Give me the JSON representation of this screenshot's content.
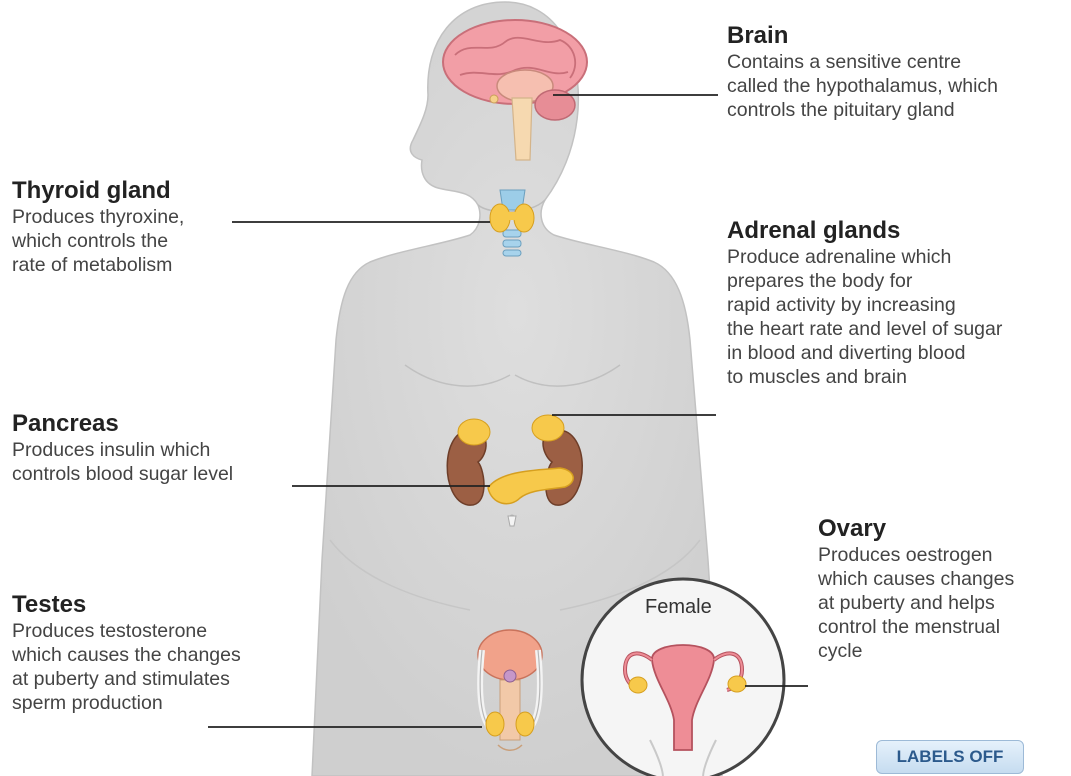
{
  "labels": {
    "brain": {
      "title": "Brain",
      "lines": [
        "Contains a sensitive centre",
        "called the hypothalamus, which",
        "controls the pituitary gland"
      ]
    },
    "thyroid": {
      "title": "Thyroid gland",
      "lines": [
        "Produces thyroxine,",
        "which controls the",
        "rate of metabolism"
      ]
    },
    "adrenal": {
      "title": "Adrenal glands",
      "lines": [
        "Produce adrenaline which",
        "prepares the body for",
        "rapid activity by increasing",
        "the heart rate and level of sugar",
        "in blood and diverting blood",
        "to muscles and brain"
      ]
    },
    "pancreas": {
      "title": "Pancreas",
      "lines": [
        "Produces insulin which",
        "controls blood sugar level"
      ]
    },
    "ovary": {
      "title": "Ovary",
      "lines": [
        "Produces oestrogen",
        "which causes changes",
        "at puberty and helps",
        "control the menstrual",
        "cycle"
      ]
    },
    "testes": {
      "title": "Testes",
      "lines": [
        "Produces testosterone",
        "which causes the changes",
        "at puberty and stimulates",
        "sperm production"
      ]
    }
  },
  "inset": {
    "label": "Female"
  },
  "button": {
    "label": "LABELS OFF"
  },
  "colors": {
    "body": "#d6d6d6",
    "body_outline": "#c4c4c4",
    "gland": "#f7c94b",
    "kidney": "#9c5f44",
    "brain": "#f29ea6",
    "leader_line": "#222222"
  }
}
